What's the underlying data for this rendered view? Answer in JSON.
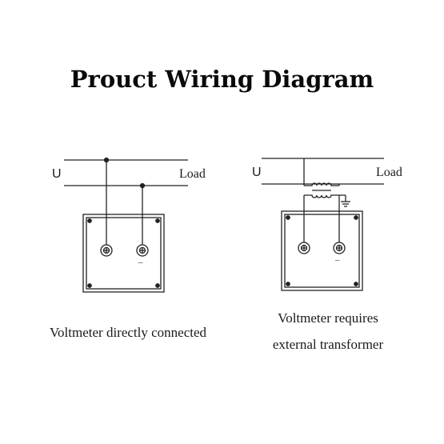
{
  "title": "Prouct Wiring Diagram",
  "left": {
    "voltage_label": "U",
    "load_label": "Load",
    "terminal_sign": "–",
    "caption": "Voltmeter directly connected"
  },
  "right": {
    "voltage_label": "U",
    "load_label": "Load",
    "terminal_sign": "–",
    "caption_line1": "Voltmeter requires",
    "caption_line2": "external transformer"
  },
  "colors": {
    "line": "#222222",
    "text": "#111111"
  }
}
